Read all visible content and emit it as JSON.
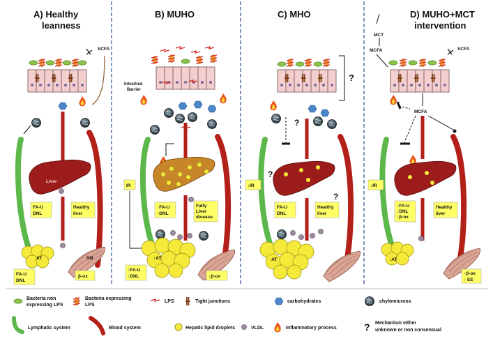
{
  "panels": [
    {
      "id": "A",
      "title_line1": "A) Healthy",
      "title_line2": "leanness",
      "labels": {
        "scfa": "SCFA",
        "liver": "Liver",
        "liver_box_line1": "FA-U",
        "liver_box_line2": "DNL",
        "healthy_line1": "Healthy",
        "healthy_line2": "liver",
        "at": "AT",
        "sm": "SM",
        "at_box_line1": "FA-U",
        "at_box_line2": "DNL",
        "sm_box": "β-ox"
      }
    },
    {
      "id": "B",
      "title": "B) MUHO",
      "labels": {
        "barrier_line1": "Intestinal",
        "barrier_line2": "Barrier",
        "ir": "IR",
        "liver_box_line1": "↑FA-U",
        "liver_box_line2": "↑DNL",
        "fatty_line1": "Fatty",
        "fatty_line2": "Liver",
        "fatty_line3": "disease",
        "at": "↑AT",
        "at_box_line1": "↑FA-U",
        "at_box_line2": "↑DNL",
        "sm_box": "↓β-ox"
      }
    },
    {
      "id": "C",
      "title": "C) MHO",
      "labels": {
        "question_gut": "?",
        "question_mid": "?",
        "question_ir": "?",
        "question_liver": "?",
        "ir": "↓IR",
        "liver_box_line1": "FA-U",
        "liver_box_line2": "DNL",
        "healthy_line1": "Healthy",
        "healthy_line2": "liver",
        "at": "↑AT"
      }
    },
    {
      "id": "D",
      "title_line1": "D) MUHO+MCT",
      "title_line2": "intervention",
      "labels": {
        "mct": "MCT",
        "mcfa_top": "MCFA",
        "scfa": "SCFA",
        "mcfa_mid": "MCFA",
        "ir": "↓IR",
        "liver_box_line1": "↓FA-U",
        "liver_box_line2": "↓DNL",
        "liver_box_line3": "↑β-ox",
        "healthy_line1": "Healthy",
        "healthy_line2": "liver",
        "at": "↓AT",
        "sm_box_line1": "↑β-ox",
        "sm_box_line2": "↑ EE"
      }
    }
  ],
  "legend": {
    "row1": {
      "bacteria_non_line1": "Bacteria non",
      "bacteria_non_line2": "expressing LPS",
      "bacteria_lps_line1": "Bacteria expressing",
      "bacteria_lps_line2": "LPS",
      "lps": "LPS",
      "tight": "Tight junctions",
      "carbs": "carbohydrates",
      "chylo": "chylomicrons"
    },
    "row2": {
      "lymph": "Lymphatic system",
      "blood": "Blood system",
      "droplets": "Hepatic lipid droplets",
      "vldl": "VLDL",
      "inflam": "Inflammatory process",
      "qmark": "?",
      "mechanism_line1": "Mechanism either",
      "mechanism_line2": "unknown or non consensual"
    }
  },
  "colors": {
    "lymph_green": "#5cb84a",
    "blood_red": "#b3201a",
    "liver_red": "#9b1c1a",
    "adipose_yellow": "#f5ea3a",
    "label_yellow": "#ffff66",
    "carb_blue": "#4a86c8",
    "villi_pink": "#f2c8c8",
    "divider_blue": "#2b4d8c"
  }
}
